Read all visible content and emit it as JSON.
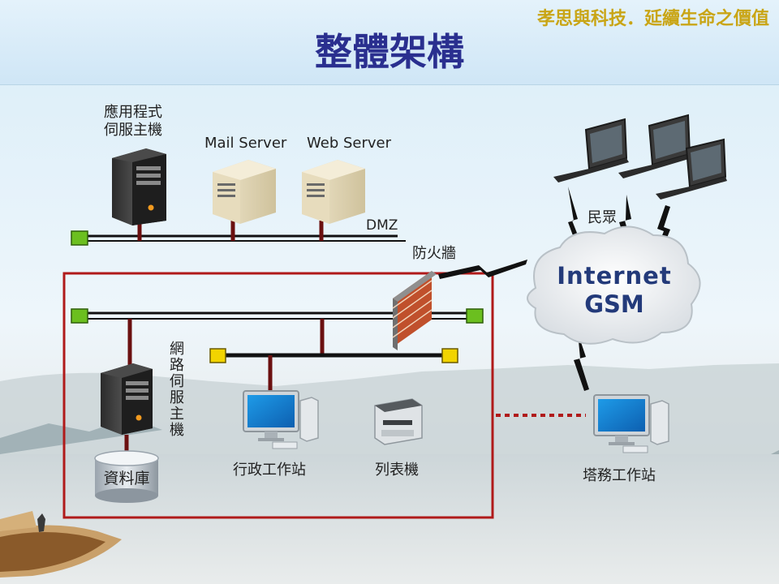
{
  "slide": {
    "slogan": "孝思與科技．延續生命之價值",
    "title": "整體架構"
  },
  "nodes": {
    "app_server": "應用程式\n伺服主機",
    "app_server_l1": "應用程式",
    "app_server_l2": "伺服主機",
    "mail_server": "Mail Server",
    "web_server": "Web Server",
    "dmz": "DMZ",
    "firewall": "防火牆",
    "public": "民眾",
    "internet_l1": "Internet",
    "internet_l2": "GSM",
    "network_server": "網路伺服主機",
    "database": "資料庫",
    "admin_workstation": "行政工作站",
    "printer": "列表機",
    "tower_workstation": "塔務工作站"
  },
  "colors": {
    "title": "#2a2f8f",
    "slogan": "#c9a516",
    "bus": "#111111",
    "drop": "#6b1010",
    "enclosure": "#b01a1a",
    "node_green": "#6bbf1f",
    "node_yellow": "#f2d400"
  }
}
